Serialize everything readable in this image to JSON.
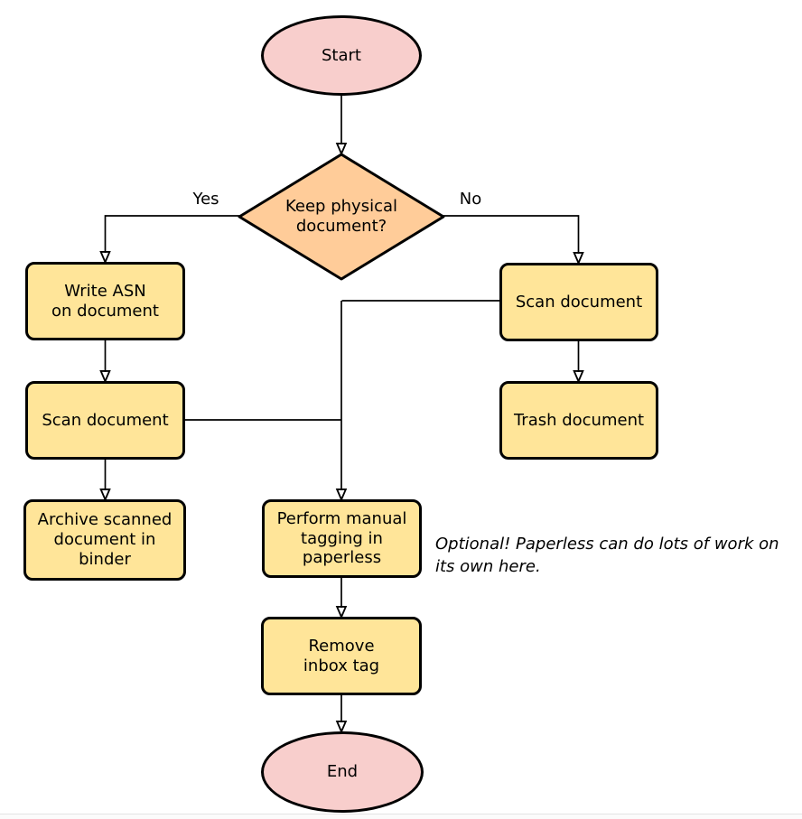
{
  "diagram": {
    "type": "flowchart",
    "nodes": {
      "start": {
        "shape": "ellipse",
        "label": "Start",
        "fill": "#F8CECC"
      },
      "decision": {
        "shape": "diamond",
        "label": "Keep physical\ndocument?",
        "fill": "#FFCC99"
      },
      "write_asn": {
        "shape": "rect",
        "label": "Write ASN\non document",
        "fill": "#FFE599"
      },
      "scan_keep": {
        "shape": "rect",
        "label": "Scan document",
        "fill": "#FFE599"
      },
      "archive": {
        "shape": "rect",
        "label": "Archive scanned\ndocument in\nbinder",
        "fill": "#FFE599"
      },
      "scan_discard": {
        "shape": "rect",
        "label": "Scan document",
        "fill": "#FFE599"
      },
      "trash": {
        "shape": "rect",
        "label": "Trash document",
        "fill": "#FFE599"
      },
      "tagging": {
        "shape": "rect",
        "label": "Perform manual\ntagging in\npaperless",
        "fill": "#FFE599"
      },
      "remove_inbox": {
        "shape": "rect",
        "label": "Remove\ninbox tag",
        "fill": "#FFE599"
      },
      "end": {
        "shape": "ellipse",
        "label": "End",
        "fill": "#F8CECC"
      }
    },
    "edge_labels": {
      "yes": "Yes",
      "no": "No"
    },
    "annotation": "Optional! Paperless can do lots of work on\nits own here.",
    "colors": {
      "terminator_fill": "#F8CECC",
      "decision_fill": "#FFCC99",
      "process_fill": "#FFE599",
      "stroke": "#000000",
      "text": "#000000"
    }
  }
}
